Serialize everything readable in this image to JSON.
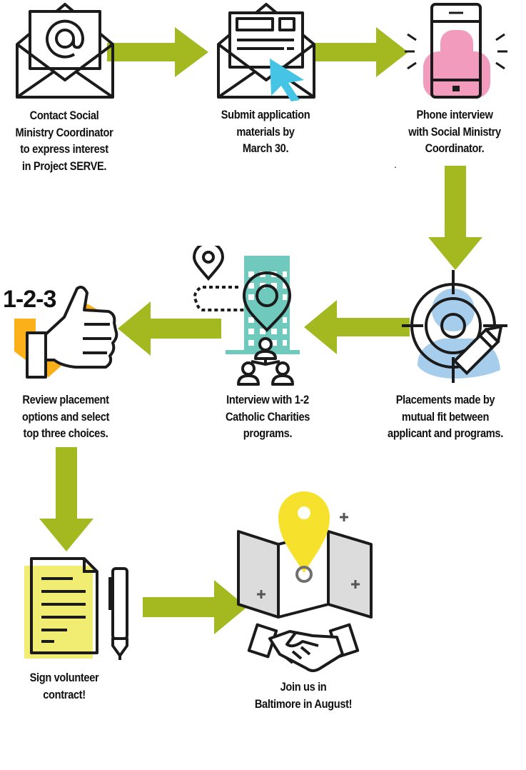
{
  "colors": {
    "arrow": "#a3b91f",
    "ink": "#1b1b1b",
    "cyan": "#45c4e6",
    "pink": "#f29bbd",
    "teal": "#70c9bd",
    "orange": "#fbb01a",
    "blue": "#a7cdec",
    "yellow_light": "#f1ed72",
    "yellow_pin": "#f6e22c",
    "grey_map": "#dcdcdc"
  },
  "steps": [
    {
      "id": "contact",
      "icon": "envelope-at-icon",
      "lines": [
        "Contact Social",
        "Ministry Coordinator",
        "to express interest",
        "in Project SERVE."
      ]
    },
    {
      "id": "submit",
      "icon": "envelope-document-cursor-icon",
      "lines": [
        "Submit application",
        "materials by",
        "March 30."
      ]
    },
    {
      "id": "phone",
      "icon": "phone-person-icon",
      "lines": [
        "Phone interview",
        "with Social Ministry",
        "Coordinator."
      ]
    },
    {
      "id": "placement",
      "icon": "target-pencil-icon",
      "lines": [
        "Placements made by",
        "mutual fit between",
        "applicant and programs."
      ]
    },
    {
      "id": "interview",
      "icon": "building-pin-network-icon",
      "lines": [
        "Interview with 1-2",
        "Catholic Charities",
        "programs."
      ]
    },
    {
      "id": "review",
      "icon": "thumbs-up-check-icon",
      "lines": [
        "Review placement",
        "options and select",
        "top three choices."
      ]
    },
    {
      "id": "sign",
      "icon": "contract-pen-icon",
      "lines": [
        "Sign volunteer",
        "contract!"
      ]
    },
    {
      "id": "join",
      "icon": "map-handshake-icon",
      "lines": [
        "Join us in",
        "Baltimore in August!"
      ]
    }
  ],
  "badge_text": "1-2-3",
  "stray_mark": "."
}
